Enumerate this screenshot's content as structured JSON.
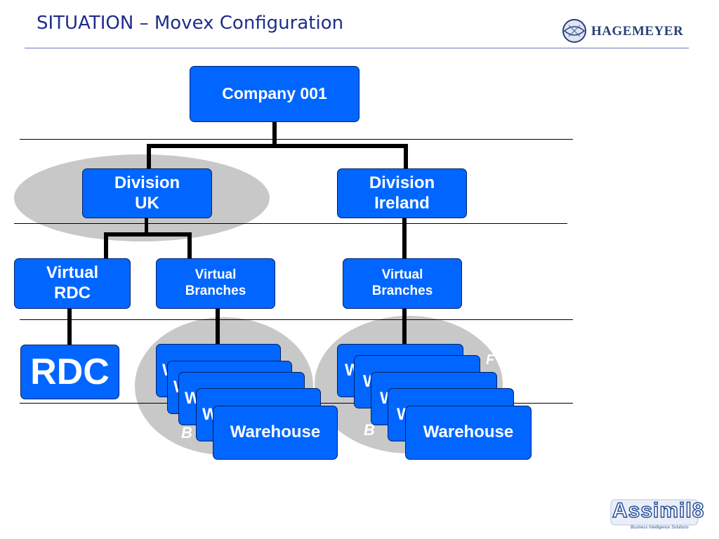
{
  "header": {
    "title": "SITUATION – Movex Configuration",
    "logo_text": "HAGEMEYER"
  },
  "footer": {
    "logo_text": "Assimil8",
    "logo_subtext": "Business Intelligence Solutions"
  },
  "colors": {
    "box_fill": "#0066ff",
    "box_border": "#001f66",
    "highlight_oval": "#c8c8c8",
    "title": "#1f2d8a"
  },
  "diagram": {
    "company": "Company 001",
    "division_uk": {
      "line1": "Division",
      "line2": "UK"
    },
    "division_ireland": {
      "line1": "Division",
      "line2": "Ireland"
    },
    "virtual_rdc": {
      "line1": "Virtual",
      "line2": "RDC"
    },
    "uk_virtual_branches": {
      "line1": "Virtual",
      "line2": "Branches"
    },
    "ie_virtual_branches": {
      "line1": "Virtual",
      "line2": "Branches"
    },
    "rdc": "RDC",
    "warehouse": "Warehouse",
    "stacked_partial": "W"
  }
}
